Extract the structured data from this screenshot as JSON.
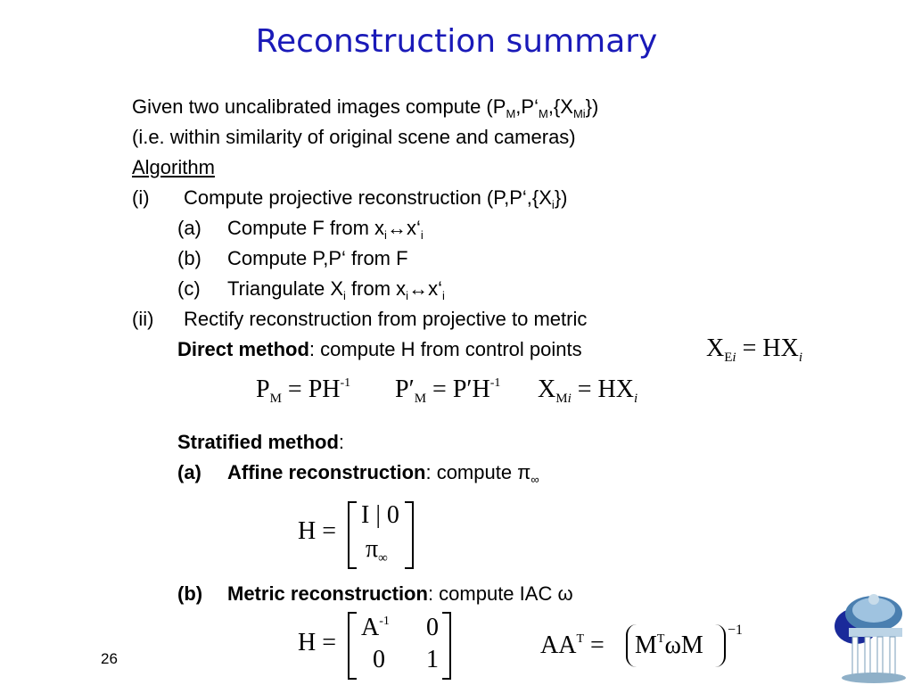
{
  "slide": {
    "title": "Reconstruction summary",
    "page_number": "26"
  },
  "text": {
    "l1_a": "Given two uncalibrated images compute (P",
    "l1_sub1": "M",
    "l1_b": ",P‘",
    "l1_sub2": "M",
    "l1_c": ",{X",
    "l1_sub3": "Mi",
    "l1_d": "})",
    "l2": "(i.e. within similarity of original scene and cameras)",
    "l3": "Algorithm",
    "l4_num": "(i)",
    "l4_a": "Compute projective reconstruction (P,P‘,{X",
    "l4_sub": "i",
    "l4_b": "})",
    "l5_num": "(a)",
    "l5_a": "Compute F from x",
    "l5_sub1": "i",
    "l5_b": "↔x‘",
    "l5_sub2": "i",
    "l6_num": "(b)",
    "l6": "Compute P,P‘ from F",
    "l7_num": "(c)",
    "l7_a": "Triangulate X",
    "l7_sub1": "i",
    "l7_b": " from x",
    "l7_sub2": "i",
    "l7_c": "↔x‘",
    "l7_sub3": "i",
    "l8_num": "(ii)",
    "l8": "Rectify reconstruction from projective to metric",
    "l9_bold": "Direct method",
    "l9": ": compute H from control points",
    "l10_bold": "Stratified method",
    "l10": ":",
    "l11_num": "(a)",
    "l11_bold": "Affine reconstruction",
    "l11": ": compute π",
    "l11_sub": "∞",
    "l12_num": "(b)",
    "l12_bold": "Metric reconstruction",
    "l12": ": compute IAC ω"
  },
  "equations": {
    "e1_x": "X",
    "e1_sub": "E",
    "e1_subi": "i",
    "e1_rhs": " = HX",
    "e1_rhsi": "i",
    "e2_p": "P",
    "e2_sub": "M",
    "e2_rhs": " = PH",
    "e2_sup": "-1",
    "e3_p": "P′",
    "e3_sub": "M",
    "e3_rhs": " = P′H",
    "e3_sup": "-1",
    "e4_x": "X",
    "e4_sub": "M",
    "e4_subi": "i",
    "e4_rhs": " = HX",
    "e4_rhsi": "i",
    "h1_lhs": "H =",
    "h1_r1": "I | 0",
    "h1_r2": "π",
    "h1_r2sub": "∞",
    "h2_lhs": "H =",
    "h2_r1c1": "A",
    "h2_r1c1sup": "-1",
    "h2_r1c2": "0",
    "h2_r2c1": "0",
    "h2_r2c2": "1",
    "aa_lhs": "AA",
    "aa_sup": "T",
    "aa_eq": " = ",
    "aa_m": "M",
    "aa_msup": "T",
    "aa_mid": "ωM",
    "aa_exp": "−1"
  }
}
